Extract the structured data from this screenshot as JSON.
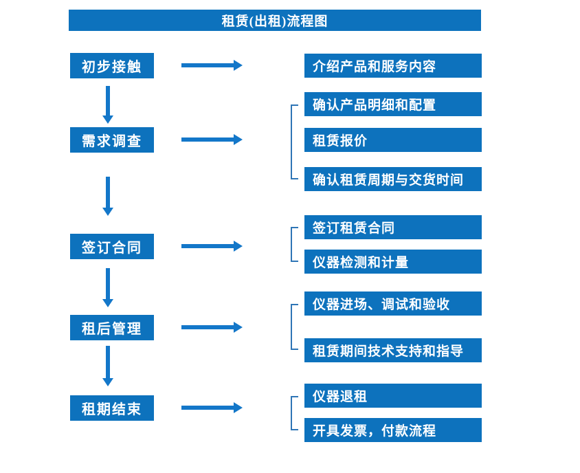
{
  "title": "租赁(出租)流程图",
  "colors": {
    "box_blue": "#0d72bd",
    "arrow_blue": "#1377c9",
    "bracket_blue": "#2e75b6",
    "text": "#ffffff",
    "background": "#ffffff"
  },
  "flow": [
    {
      "step": "初步接触",
      "details": [
        "介绍产品和服务内容"
      ]
    },
    {
      "step": "需求调查",
      "details": [
        "确认产品明细和配置",
        "租赁报价",
        "确认租赁周期与交货时间"
      ]
    },
    {
      "step": "签订合同",
      "details": [
        "签订租赁合同",
        "仪器检测和计量"
      ]
    },
    {
      "step": "租后管理",
      "details": [
        "仪器进场、调试和验收",
        "租赁期间技术支持和指导"
      ]
    },
    {
      "step": "租期结束",
      "details": [
        "仪器退租",
        "开具发票，付款流程"
      ]
    }
  ]
}
